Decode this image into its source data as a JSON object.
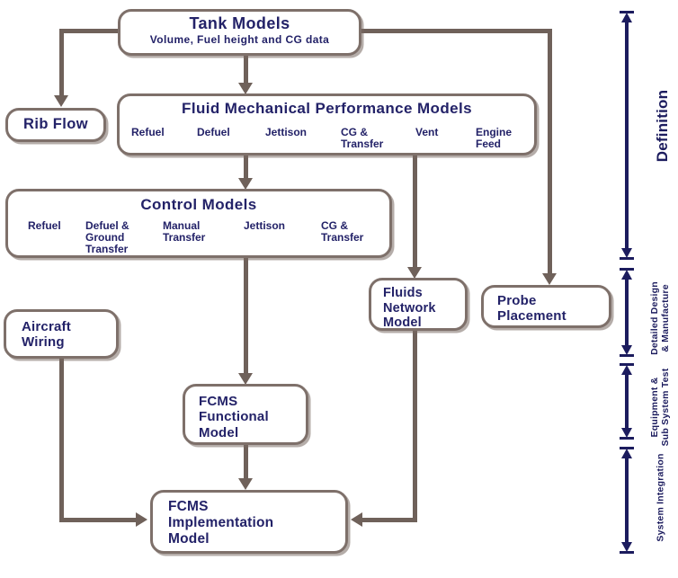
{
  "diagram": {
    "nodes": {
      "tank_models": {
        "title": "Tank Models",
        "subtitle": "Volume, Fuel height and CG data"
      },
      "rib_flow": {
        "label": "Rib Flow"
      },
      "fluid_mech": {
        "title": "Fluid Mechanical Performance Models",
        "items": [
          "Refuel",
          "Defuel",
          "Jettison",
          "CG &\nTransfer",
          "Vent",
          "Engine\nFeed"
        ]
      },
      "control_models": {
        "title": "Control Models",
        "items": [
          "Refuel",
          "Defuel &\nGround\nTransfer",
          "Manual\nTransfer",
          "Jettison",
          "CG &\nTransfer"
        ]
      },
      "fluids_network": {
        "label": "Fluids\nNetwork\nModel"
      },
      "probe_placement": {
        "label": "Probe\nPlacement"
      },
      "aircraft_wiring": {
        "label": "Aircraft\nWiring"
      },
      "fcms_functional": {
        "label": "FCMS\nFunctional\nModel"
      },
      "fcms_implementation": {
        "label": "FCMS\nImplementation\nModel"
      }
    },
    "phases": [
      {
        "label": "Definition"
      },
      {
        "label": "Detailed Design\n& Manufacture"
      },
      {
        "label": "Equipment &\nSub System Test"
      },
      {
        "label": "System Integration"
      }
    ],
    "colors": {
      "text_navy": "#232268",
      "phase_navy": "#1c1c5e",
      "connector_gray": "#6f615a",
      "box_border": "#7e706a",
      "background": "#ffffff"
    }
  }
}
